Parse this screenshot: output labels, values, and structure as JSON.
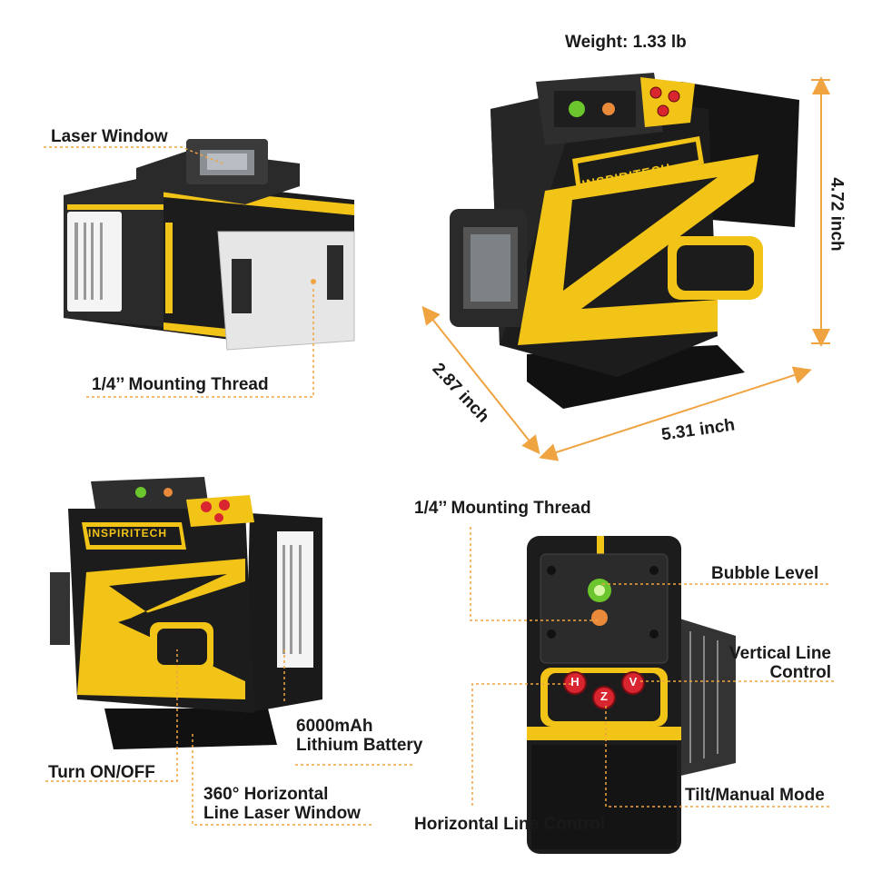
{
  "specs": {
    "weight": "Weight: 1.33 lb",
    "height": "4.72 inch",
    "depth": "2.87 inch",
    "width": "5.31 inch"
  },
  "brand": "INSPIRITECH",
  "callouts": {
    "laser_window": "Laser Window",
    "mounting_thread_top": "1/4’’ Mounting Thread",
    "mounting_thread_bottom": "1/4’’ Mounting Thread",
    "bubble_level": "Bubble Level",
    "vertical_line_control_1": "Vertical Line",
    "vertical_line_control_2": "Control",
    "battery_1": "6000mAh",
    "battery_2": "Lithium Battery",
    "turn_on_off": "Turn ON/OFF",
    "horizontal_window_1": "360° Horizontal",
    "horizontal_window_2": "Line Laser Window",
    "tilt_manual": "Tilt/Manual Mode",
    "horizontal_line_control": "Horizontal Line Control"
  },
  "buttons": {
    "h": "H",
    "z": "Z",
    "v": "V"
  },
  "colors": {
    "accent": "#f0a341",
    "body": "#1c1c1c",
    "yellow": "#f2c418",
    "button_red": "#d8252f"
  }
}
